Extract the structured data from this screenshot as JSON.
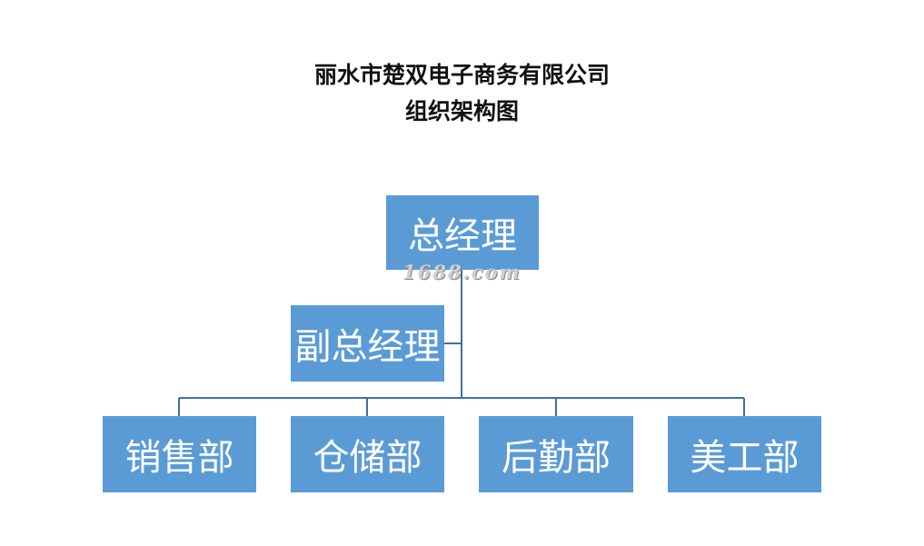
{
  "title": {
    "line1": "丽水市楚双电子商务有限公司",
    "line2": "组织架构图"
  },
  "colors": {
    "node_fill": "#5b9bd5",
    "connector": "#41719c",
    "node_text": "#ffffff"
  },
  "org": {
    "general_manager": "总经理",
    "deputy_general_manager": "副总经理",
    "departments": [
      "销售部",
      "仓储部",
      "后勤部",
      "美工部"
    ]
  },
  "watermark": "1688.com"
}
